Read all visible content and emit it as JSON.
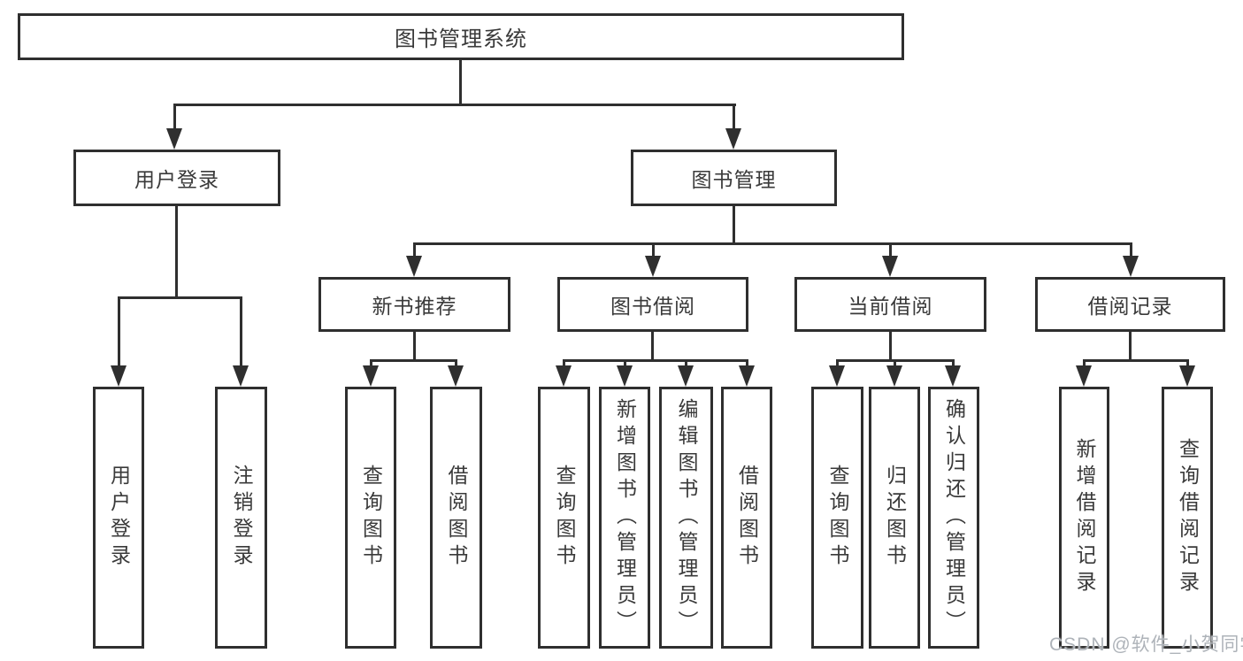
{
  "tree": {
    "label": "图书管理系统",
    "children": [
      {
        "label": "用户登录",
        "children": [
          {
            "label": "用户登录"
          },
          {
            "label": "注销登录"
          }
        ]
      },
      {
        "label": "图书管理",
        "children": [
          {
            "label": "新书推荐",
            "children": [
              {
                "label": "查询图书"
              },
              {
                "label": "借阅图书"
              }
            ]
          },
          {
            "label": "图书借阅",
            "children": [
              {
                "label": "查询图书"
              },
              {
                "label": "新增图书（管理员）"
              },
              {
                "label": "编辑图书（管理员）"
              },
              {
                "label": "借阅图书"
              }
            ]
          },
          {
            "label": "当前借阅",
            "children": [
              {
                "label": "查询图书"
              },
              {
                "label": "归还图书"
              },
              {
                "label": "确认归还（管理员）"
              }
            ]
          },
          {
            "label": "借阅记录",
            "children": [
              {
                "label": "新增借阅记录"
              },
              {
                "label": "查询借阅记录"
              }
            ]
          }
        ]
      }
    ]
  },
  "watermark": "CSDN @软件_小贺同学",
  "colors": {
    "line": "#2f2f2f",
    "text": "#3a3a3a",
    "watermark": "#aeb3b9",
    "background": "#ffffff"
  }
}
